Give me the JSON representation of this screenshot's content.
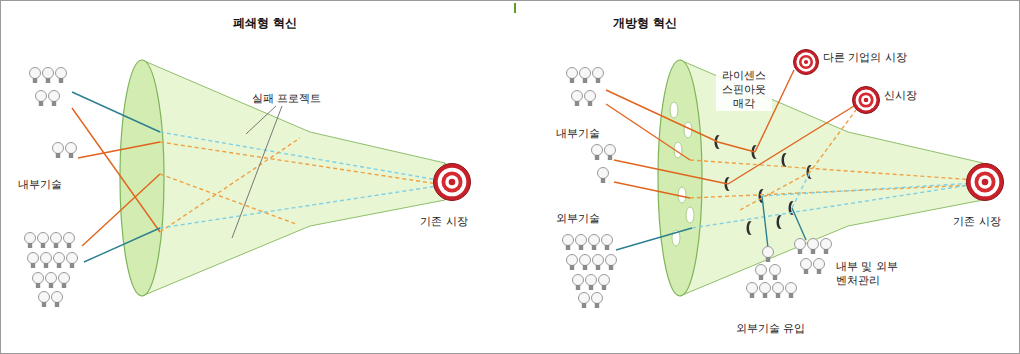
{
  "diagram": {
    "nodes": [
      {
        "text": [
          "기존 시장"
        ]
      },
      {
        "text": [
          "다른 기업의 시장"
        ]
      },
      {
        "text": [
          "신시장"
        ]
      },
      {
        "text": [
          "기존 시장"
        ]
      }
    ],
    "labels": [
      "폐쇄형 혁신",
      "실패 프로젝트",
      "내부기술",
      "개방형 혁신",
      "라이센스 스핀아웃 매각",
      "내부기술",
      "외부기술",
      "내부 및 외부 벤처관리",
      "외부기술 유입"
    ]
  }
}
